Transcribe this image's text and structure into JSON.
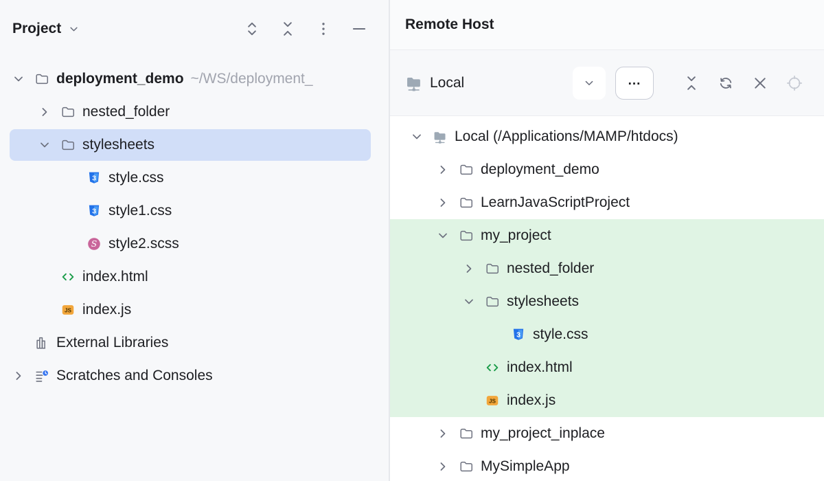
{
  "colors": {
    "text": "#1D1E22",
    "muted-text": "#A1A4AE",
    "icon-gray": "#6C707E",
    "disabled-icon": "#C6CAD3",
    "border": "#EBECF0",
    "panel-bg": "#F7F8FA",
    "selection-blue": "#D1DEF8",
    "sync-green": "#E0F4E4",
    "css-blue": "#2272E9",
    "css-blue-light": "#4A9CF5",
    "sass-pink": "#C9659A",
    "html-green": "#1B9C49",
    "js-orange": "#F2A63B",
    "js-text": "#4A3300",
    "server-gray": "#9DA9B5",
    "badge-blue": "#3574F0"
  },
  "icon_glyphs": {
    "css": "3",
    "sass": "S",
    "js": "JS"
  },
  "left_panel": {
    "header": {
      "title": "Project",
      "icons": [
        "chevron-down",
        "expand-all",
        "collapse-all",
        "more-options",
        "hide"
      ]
    },
    "tree": [
      {
        "label": "deployment_demo",
        "path": "~/WS/deployment_",
        "icon": "folder",
        "chevron": "down",
        "level": 0,
        "bold": true
      },
      {
        "label": "nested_folder",
        "icon": "folder",
        "chevron": "right",
        "level": 1
      },
      {
        "label": "stylesheets",
        "icon": "folder",
        "chevron": "down",
        "level": 1,
        "selected": true
      },
      {
        "label": "style.css",
        "icon": "css-file",
        "level": 2
      },
      {
        "label": "style1.css",
        "icon": "css-file",
        "level": 2
      },
      {
        "label": "style2.scss",
        "icon": "sass-file",
        "level": 2
      },
      {
        "label": "index.html",
        "icon": "html-file",
        "level": 1
      },
      {
        "label": "index.js",
        "icon": "js-file",
        "level": 1
      },
      {
        "label": "External Libraries",
        "icon": "external-libraries",
        "level": 0
      },
      {
        "label": "Scratches and Consoles",
        "icon": "scratches",
        "chevron": "right",
        "level": 0
      }
    ]
  },
  "right_panel": {
    "header": {
      "title": "Remote Host"
    },
    "toolbar": {
      "server_label": "Local",
      "server_icon": "remote-host",
      "more_label": "...",
      "icons": [
        "server-dropdown",
        "more-options",
        "collapse-all",
        "refresh",
        "close",
        "target-disabled"
      ]
    },
    "tree": [
      {
        "label": "Local (/Applications/MAMP/htdocs)",
        "icon": "remote-host",
        "chevron": "down",
        "level": 0
      },
      {
        "label": "deployment_demo",
        "icon": "folder",
        "chevron": "right",
        "level": 1
      },
      {
        "label": "LearnJavaScriptProject",
        "icon": "folder",
        "chevron": "right",
        "level": 1
      },
      {
        "label": "my_project",
        "icon": "folder",
        "chevron": "down",
        "level": 1,
        "highlighted": true
      },
      {
        "label": "nested_folder",
        "icon": "folder",
        "chevron": "right",
        "level": 2,
        "highlighted": true
      },
      {
        "label": "stylesheets",
        "icon": "folder",
        "chevron": "down",
        "level": 2,
        "highlighted": true
      },
      {
        "label": "style.css",
        "icon": "css-file",
        "level": 3,
        "highlighted": true
      },
      {
        "label": "index.html",
        "icon": "html-file",
        "level": 2,
        "highlighted": true
      },
      {
        "label": "index.js",
        "icon": "js-file",
        "level": 2,
        "highlighted": true
      },
      {
        "label": "my_project_inplace",
        "icon": "folder",
        "chevron": "right",
        "level": 1
      },
      {
        "label": "MySimpleApp",
        "icon": "folder",
        "chevron": "right",
        "level": 1
      }
    ]
  }
}
